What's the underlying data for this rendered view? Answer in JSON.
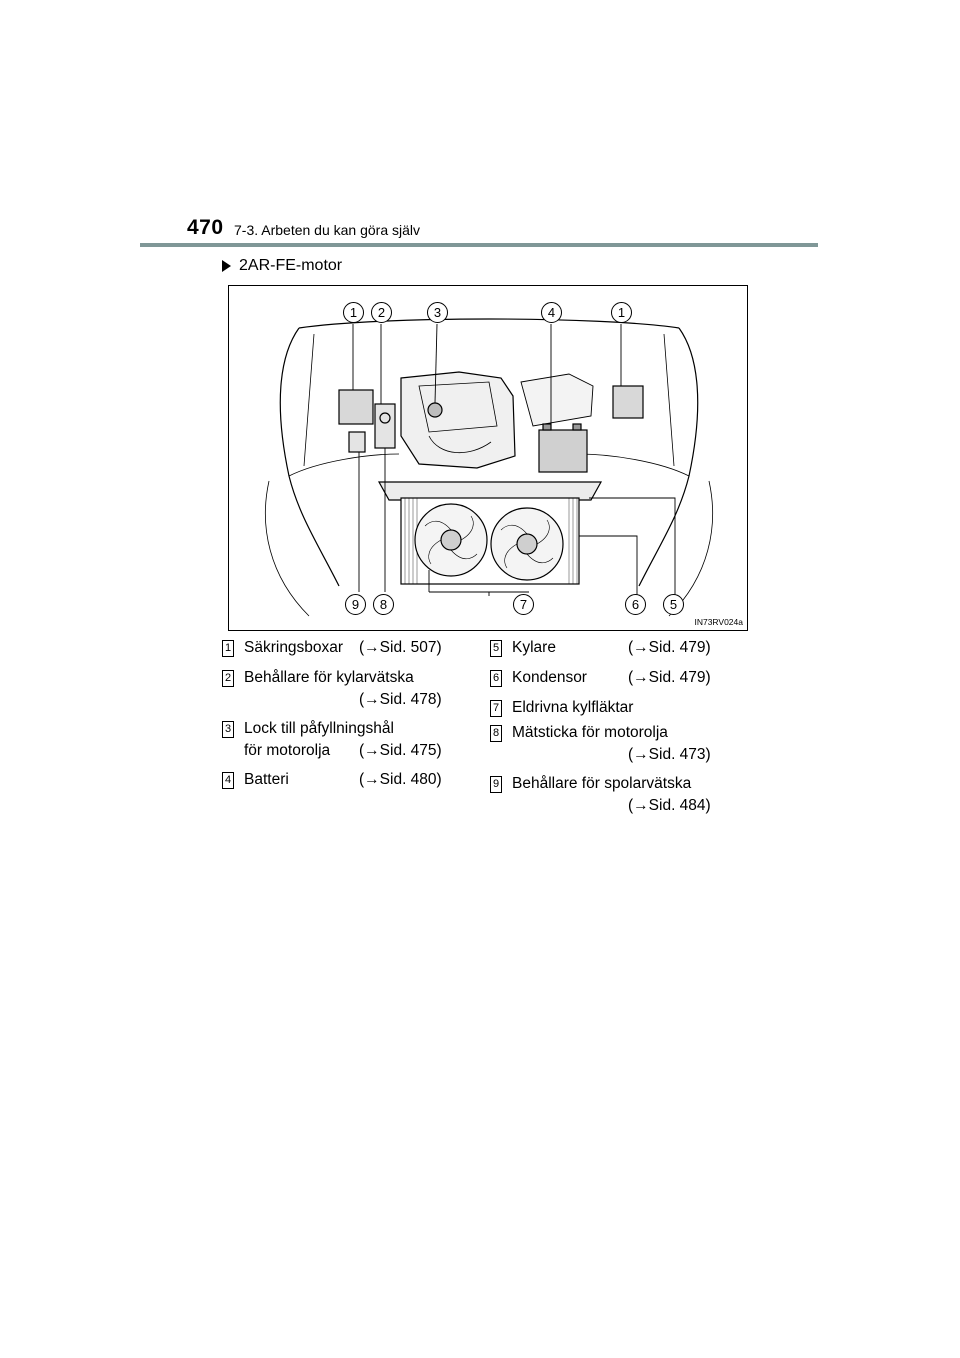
{
  "header": {
    "page_number": "470",
    "section": "7-3. Arbeten du kan göra själv"
  },
  "subsection": {
    "title": "2AR-FE-motor",
    "icon": "triangle-right-icon"
  },
  "figure": {
    "id": "IN73RV024a",
    "callouts_top": [
      "1",
      "2",
      "3",
      "4",
      "1"
    ],
    "callouts_bottom": [
      "9",
      "8",
      "7",
      "6",
      "5"
    ]
  },
  "legend": {
    "left": [
      {
        "num": "1",
        "label": "Säkringsboxar",
        "ref": "(→Sid. 507)"
      },
      {
        "num": "2",
        "label": "Behållare för kylarvätska",
        "ref": "(→Sid. 478)"
      },
      {
        "num": "3",
        "label": "Lock till påfyllningshål",
        "label2": "för motorolja",
        "ref": "(→Sid. 475)"
      },
      {
        "num": "4",
        "label": "Batteri",
        "ref": "(→Sid. 480)"
      }
    ],
    "right": [
      {
        "num": "5",
        "label": "Kylare",
        "ref": "(→Sid. 479)"
      },
      {
        "num": "6",
        "label": "Kondensor",
        "ref": "(→Sid. 479)"
      },
      {
        "num": "7",
        "label": "Eldrivna kylfläktar",
        "ref": ""
      },
      {
        "num": "8",
        "label": "Mätsticka för motorolja",
        "ref": "(→Sid. 473)"
      },
      {
        "num": "9",
        "label": "Behållare för spolarvätska",
        "ref": "(→Sid. 484)"
      }
    ]
  }
}
